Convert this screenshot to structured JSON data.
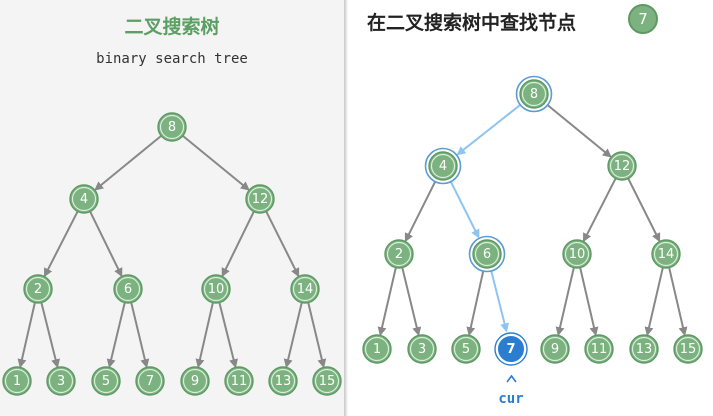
{
  "left": {
    "title": "二叉搜索树",
    "subtitle": "binary search tree"
  },
  "right": {
    "title": "在二叉搜索树中查找节点",
    "target": "7",
    "pointer_label": "cur",
    "path": [
      "8",
      "4",
      "6",
      "7"
    ],
    "current": "7"
  },
  "tree": {
    "nodes": [
      "8",
      "4",
      "12",
      "2",
      "6",
      "10",
      "14",
      "1",
      "3",
      "5",
      "7",
      "9",
      "11",
      "13",
      "15"
    ],
    "edges": [
      [
        "8",
        "4"
      ],
      [
        "8",
        "12"
      ],
      [
        "4",
        "2"
      ],
      [
        "4",
        "6"
      ],
      [
        "12",
        "10"
      ],
      [
        "12",
        "14"
      ],
      [
        "2",
        "1"
      ],
      [
        "2",
        "3"
      ],
      [
        "6",
        "5"
      ],
      [
        "6",
        "7"
      ],
      [
        "10",
        "9"
      ],
      [
        "10",
        "11"
      ],
      [
        "14",
        "13"
      ],
      [
        "14",
        "15"
      ]
    ]
  },
  "colors": {
    "node_fill": "#7bb27f",
    "node_stroke": "#5d9a63",
    "edge": "#888888",
    "highlight_ring": "#5b9bd5",
    "highlight_edge": "#8ec5ef",
    "current_fill": "#2b7dd0",
    "pointer": "#2b7dd0"
  }
}
